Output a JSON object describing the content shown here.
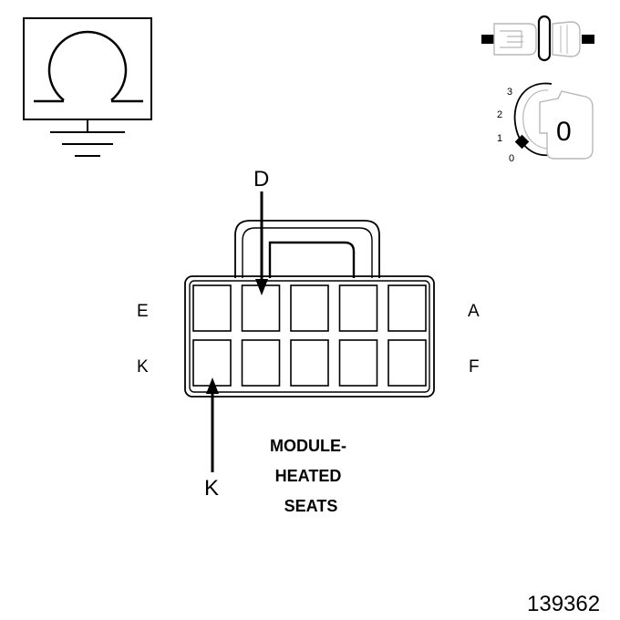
{
  "diagram": {
    "connector": {
      "name_lines": [
        "MODULE-",
        "HEATED",
        "SEATS"
      ],
      "row_labels": {
        "top_left": "E",
        "top_right": "A",
        "bottom_left": "K",
        "bottom_right": "F"
      },
      "callouts": {
        "top": "D",
        "bottom": "K"
      }
    },
    "ignition_key": {
      "positions": [
        "3",
        "2",
        "1",
        "0"
      ],
      "face_label": "0"
    },
    "figure_number": "139362"
  }
}
